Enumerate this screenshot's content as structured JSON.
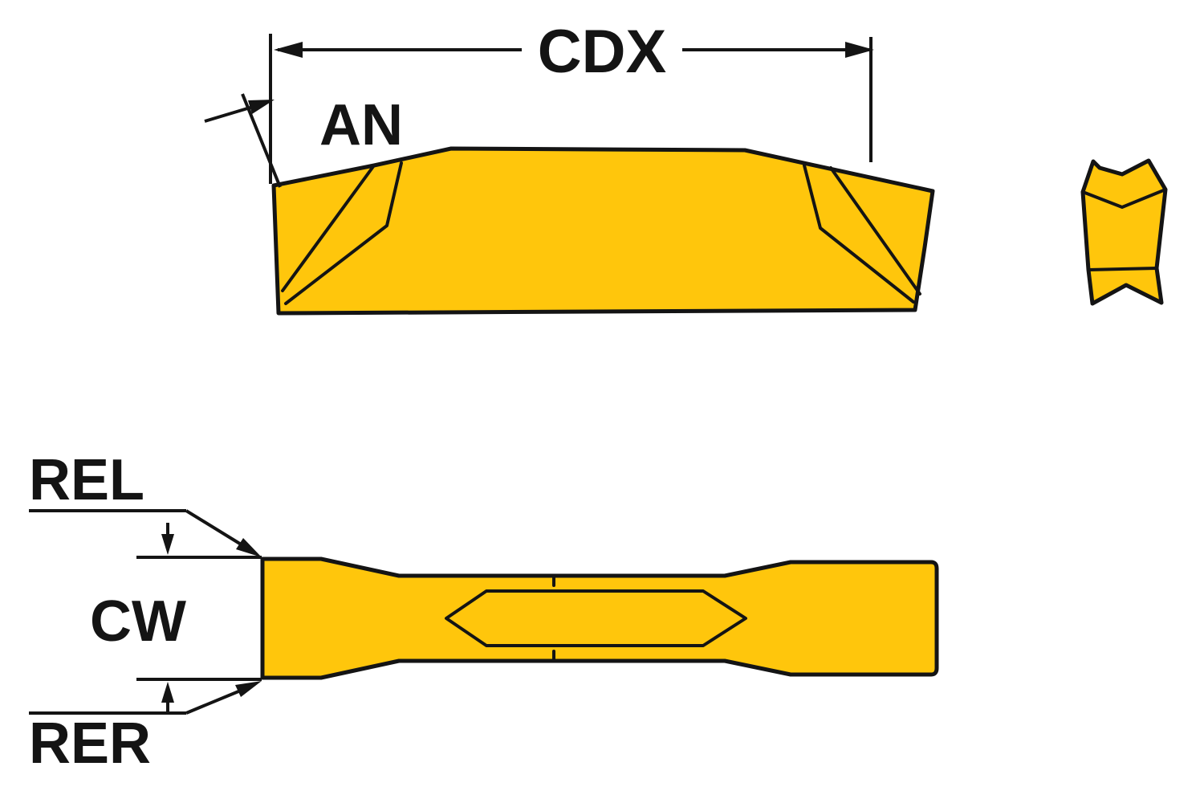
{
  "diagram": {
    "labels": {
      "cdx": "CDX",
      "an": "AN",
      "rel": "REL",
      "cw": "CW",
      "rer": "RER"
    },
    "colors": {
      "insert_fill": "#FFC60C",
      "outline": "#141414",
      "background": "#FFFFFF"
    }
  }
}
